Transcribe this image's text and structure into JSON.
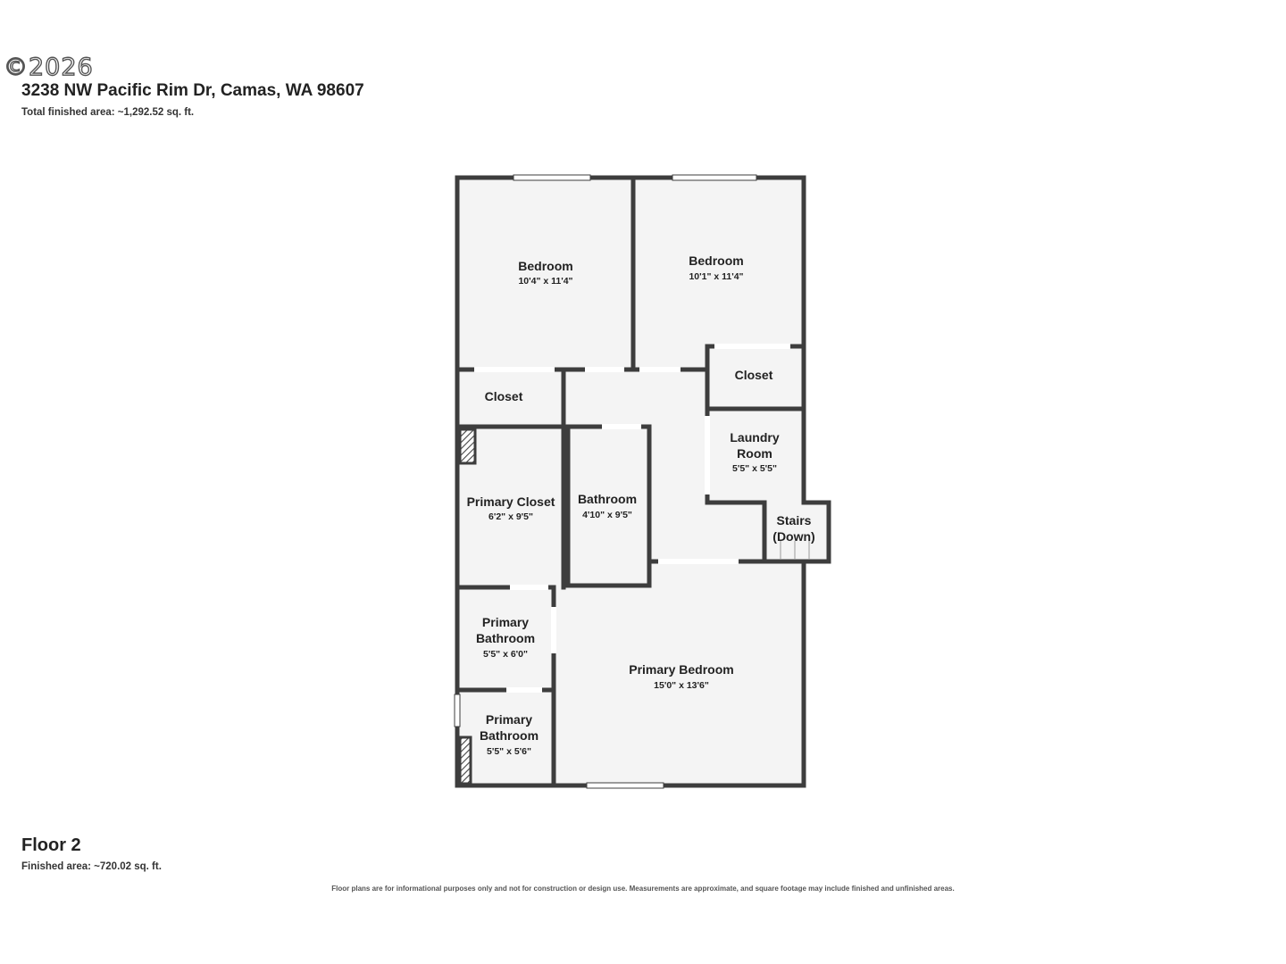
{
  "header": {
    "copyright": "©2026",
    "address": "3238 NW Pacific Rim Dr, Camas, WA 98607",
    "total_area": "Total finished area: ~1,292.52 sq. ft."
  },
  "floor": {
    "title": "Floor 2",
    "area": "Finished area: ~720.02 sq. ft."
  },
  "disclaimer": "Floor plans are for informational purposes only and not for construction or design use. Measurements are approximate, and square footage may include finished and unfinished areas.",
  "rooms": {
    "bedroom_1": {
      "name": "Bedroom",
      "dims": "10'4\" x 11'4\""
    },
    "bedroom_2": {
      "name": "Bedroom",
      "dims": "10'1\" x 11'4\""
    },
    "closet_1": {
      "name": "Closet"
    },
    "closet_2": {
      "name": "Closet"
    },
    "laundry": {
      "name_line1": "Laundry",
      "name_line2": "Room",
      "dims": "5'5\" x 5'5\""
    },
    "stairs": {
      "name_line1": "Stairs",
      "name_line2": "(Down)"
    },
    "primary_closet": {
      "name": "Primary Closet",
      "dims": "6'2\" x 9'5\""
    },
    "bathroom": {
      "name": "Bathroom",
      "dims": "4'10\" x 9'5\""
    },
    "primary_bath_1": {
      "name_line1": "Primary",
      "name_line2": "Bathroom",
      "dims": "5'5\" x 6'0\""
    },
    "primary_bath_2": {
      "name_line1": "Primary",
      "name_line2": "Bathroom",
      "dims": "5'5\" x 5'6\""
    },
    "primary_bedroom": {
      "name": "Primary Bedroom",
      "dims": "15'0\" x 13'6\""
    }
  }
}
